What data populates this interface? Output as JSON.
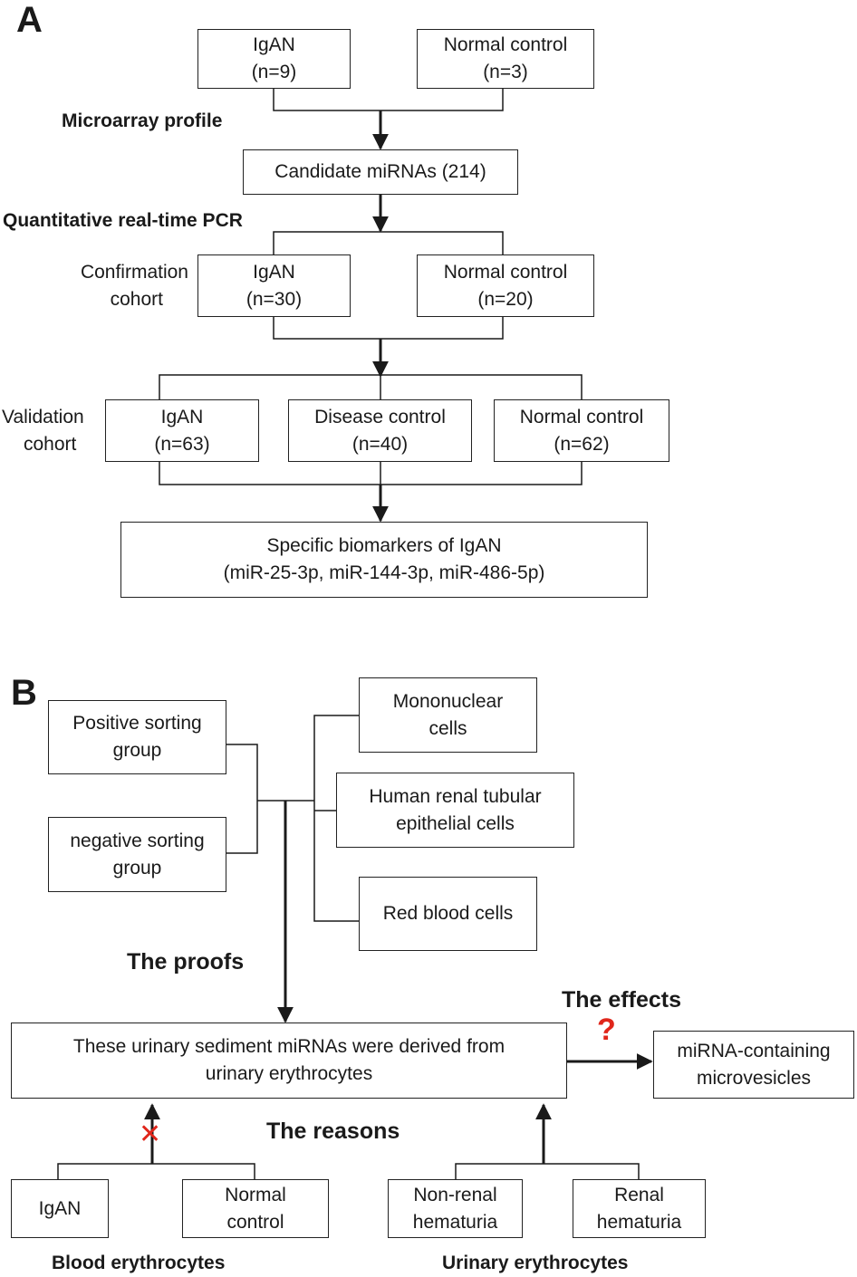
{
  "panel_a": {
    "letter": "A",
    "stage1": {
      "label": "Microarray profile",
      "igan": {
        "name": "IgAN",
        "n": "(n=9)"
      },
      "normal": {
        "name": "Normal control",
        "n": "(n=3)"
      }
    },
    "candidates": "Candidate miRNAs (214)",
    "pcr_label": "Quantitative real-time PCR",
    "confirmation": {
      "label_line1": "Confirmation",
      "label_line2": "cohort",
      "igan": {
        "name": "IgAN",
        "n": "(n=30)"
      },
      "normal": {
        "name": "Normal control",
        "n": "(n=20)"
      }
    },
    "validation": {
      "label_line1": "Validation",
      "label_line2": "cohort",
      "igan": {
        "name": "IgAN",
        "n": "(n=63)"
      },
      "disease": {
        "name": "Disease control",
        "n": "(n=40)"
      },
      "normal": {
        "name": "Normal control",
        "n": "(n=62)"
      }
    },
    "result": {
      "line1": "Specific biomarkers of IgAN",
      "line2": "(miR-25-3p, miR-144-3p, miR-486-5p)"
    }
  },
  "panel_b": {
    "letter": "B",
    "positive": {
      "line1": "Positive sorting",
      "line2": "group"
    },
    "negative": {
      "line1": "negative sorting",
      "line2": "group"
    },
    "mononuclear": {
      "line1": "Mononuclear",
      "line2": "cells"
    },
    "tubular": {
      "line1": "Human renal tubular",
      "line2": "epithelial cells"
    },
    "rbc": "Red blood cells",
    "proofs": "The proofs",
    "effects": "The effects",
    "question_mark": "?",
    "main": {
      "line1": "These urinary sediment miRNAs were derived from",
      "line2": "urinary erythrocytes"
    },
    "microvesicles": {
      "line1": "miRNA-containing",
      "line2": "microvesicles"
    },
    "reasons": "The reasons",
    "cross_mark": "✕",
    "blood": {
      "label": "Blood erythrocytes",
      "igan": "IgAN",
      "normal": {
        "line1": "Normal",
        "line2": "control"
      }
    },
    "urinary": {
      "label": "Urinary erythrocytes",
      "nonrenal": {
        "line1": "Non-renal",
        "line2": "hematuria"
      },
      "renal": {
        "line1": "Renal",
        "line2": "hematuria"
      }
    }
  },
  "colors": {
    "line": "#1a1a1a",
    "accent": "#e0261b"
  }
}
